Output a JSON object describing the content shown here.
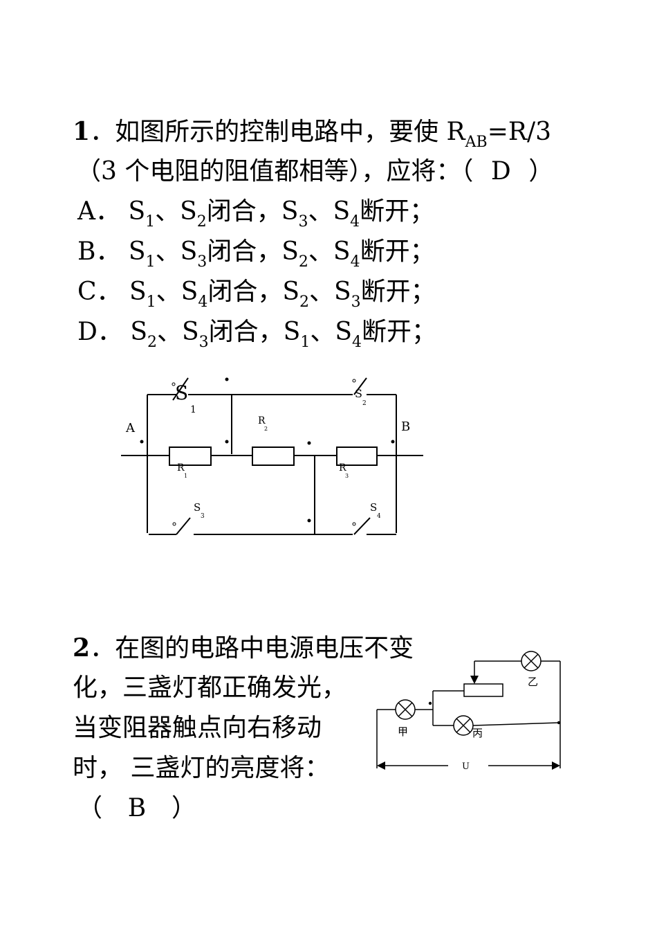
{
  "q1": {
    "number": "1",
    "stem_a": "．如图所示的控制电路中，要使 R",
    "stem_sub": "AB",
    "stem_b": "=R/3",
    "stem_line2": "（3 个电阻的阻值都相等），应将：（",
    "answer": "D",
    "close": "）",
    "options": [
      {
        "letter": "A",
        "s_a": "1",
        "s_b": "2",
        "mid": "闭合，S",
        "s_c": "3",
        "s_d": "4",
        "end": "断开；"
      },
      {
        "letter": "B",
        "s_a": "1",
        "s_b": "3",
        "mid": "闭合，S",
        "s_c": "2",
        "s_d": "4",
        "end": "断开；"
      },
      {
        "letter": "C",
        "s_a": "1",
        "s_b": "4",
        "mid": "闭合，S",
        "s_c": "2",
        "s_d": "3",
        "end": "断开；"
      },
      {
        "letter": "D",
        "s_a": "2",
        "s_b": "3",
        "mid": "闭合，S",
        "s_c": "1",
        "s_d": "4",
        "end": "断开；"
      }
    ],
    "circuit": {
      "node_a": "A",
      "node_b": "B",
      "s1": "S",
      "s1_sub": "1",
      "s2": "S",
      "s2_sub": "2",
      "s3": "S",
      "s3_sub": "3",
      "s4": "S",
      "s4_sub": "4",
      "r1": "R",
      "r1_sub": "1",
      "r2": "R",
      "r2_sub": "2",
      "r3": "R",
      "r3_sub": "3"
    }
  },
  "q2": {
    "number": "2",
    "line1": "．在图的电路中电源电压不变",
    "line2": "化，三盏灯都正确发光，",
    "line3": "当变阻器触点向右移动",
    "line4": "时， 三盏灯的亮度将：",
    "open": "（",
    "answer": "B",
    "close": "）",
    "circuit": {
      "lamp_jia": "甲",
      "lamp_yi": "乙",
      "lamp_bing": "丙",
      "voltage": "U"
    }
  }
}
